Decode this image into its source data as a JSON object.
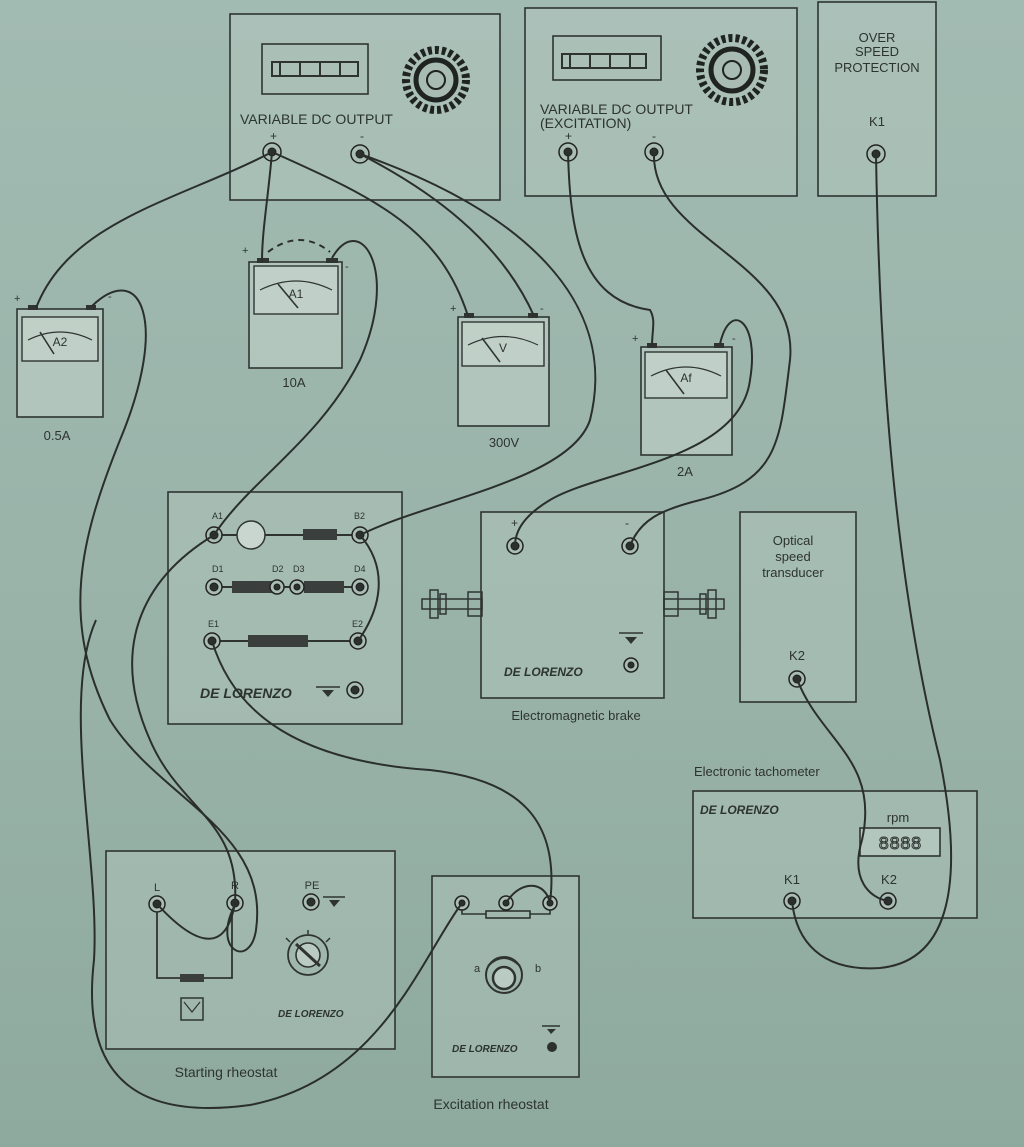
{
  "supply1": {
    "label": "VARIABLE DC OUTPUT",
    "plus": "+",
    "minus": "-"
  },
  "supply2": {
    "label_line1": "VARIABLE DC OUTPUT",
    "label_line2": "(EXCITATION)",
    "plus": "+",
    "minus": "-"
  },
  "overspeed": {
    "line1": "OVER",
    "line2": "SPEED",
    "line3": "PROTECTION",
    "terminal": "K1"
  },
  "meters": {
    "a2": {
      "name": "A2",
      "range": "0.5A",
      "plus": "+",
      "minus": "-"
    },
    "a1": {
      "name": "A1",
      "range": "10A",
      "plus": "+",
      "minus": "-"
    },
    "v": {
      "name": "V",
      "range": "300V",
      "plus": "+",
      "minus": "-"
    },
    "af": {
      "name": "Af",
      "range": "2A",
      "plus": "+",
      "minus": "-"
    }
  },
  "machine": {
    "a1": "A1",
    "b2": "B2",
    "d1": "D1",
    "d2": "D2",
    "d3": "D3",
    "d4": "D4",
    "e1": "E1",
    "e2": "E2",
    "brand": "DE LORENZO"
  },
  "brake": {
    "plus": "+",
    "minus": "-",
    "brand": "DE LORENZO",
    "caption": "Electromagnetic brake"
  },
  "transducer": {
    "line1": "Optical",
    "line2": "speed",
    "line3": "transducer",
    "terminal": "K2"
  },
  "tachometer": {
    "caption": "Electronic tachometer",
    "brand": "DE LORENZO",
    "unit": "rpm",
    "display": "8888",
    "k1": "K1",
    "k2": "K2"
  },
  "starting_rheostat": {
    "l": "L",
    "r": "R",
    "pe": "PE",
    "brand": "DE LORENZO",
    "caption": "Starting rheostat"
  },
  "excitation_rheostat": {
    "a": "a",
    "b": "b",
    "brand": "DE LORENZO",
    "caption": "Excitation rheostat"
  },
  "colors": {
    "background": "#9fb7ad",
    "ink": "#2a2e2d"
  }
}
